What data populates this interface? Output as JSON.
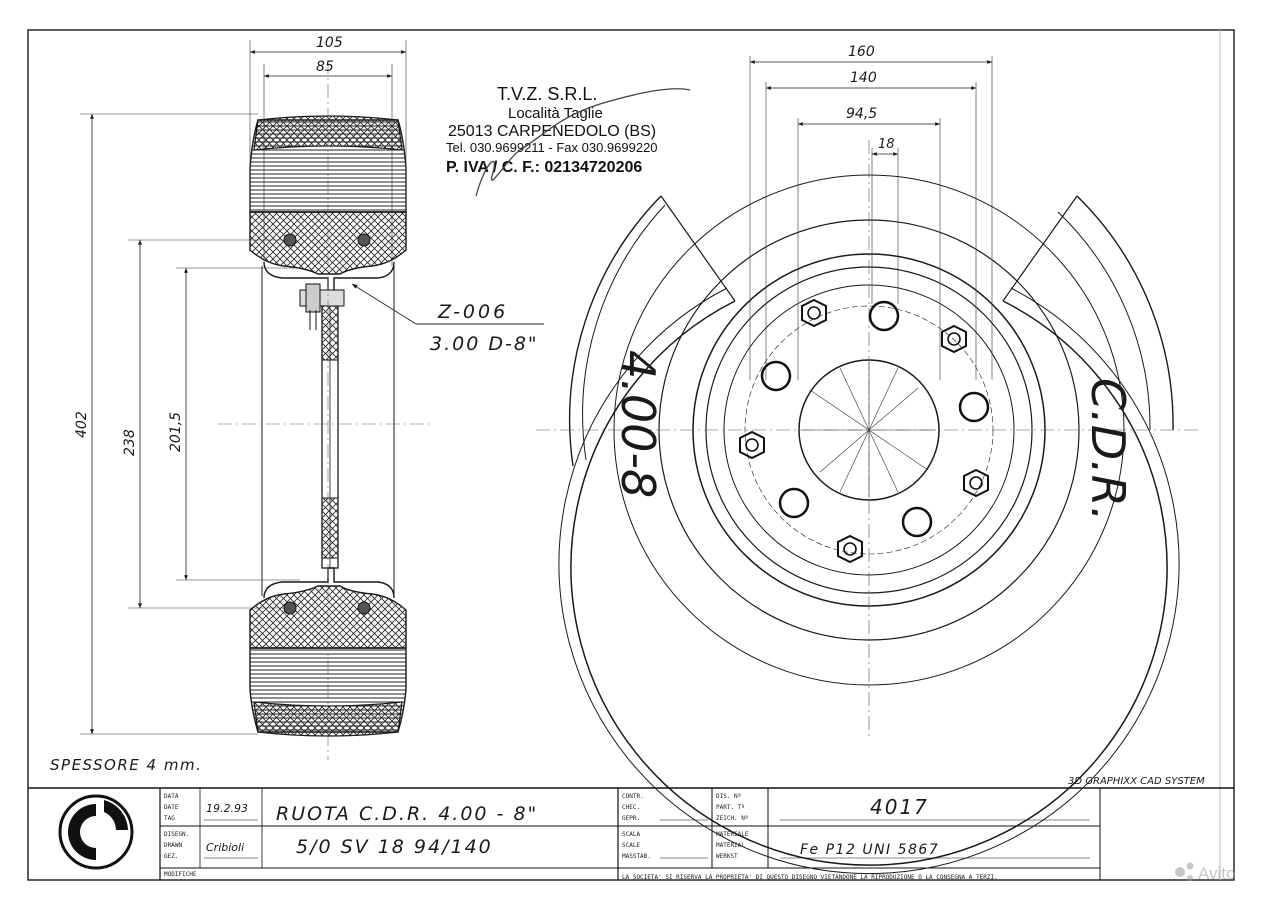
{
  "company_stamp": {
    "name": "T.V.Z. S.R.L.",
    "locality": "Località Taglie",
    "address": "25013 CARPENEDOLO (BS)",
    "phone": "Tel. 030.9699211 - Fax 030.9699220",
    "vat": "P. IVA / C. F.: 02134720206"
  },
  "dimensions": {
    "d105": "105",
    "d85": "85",
    "d402": "402",
    "d238": "238",
    "d201": "201,5",
    "d160": "160",
    "d140": "140",
    "d94": "94,5",
    "d18": "18"
  },
  "callout": {
    "line1": "Z-006",
    "line2": "3.00 D-8\""
  },
  "tire_markings": {
    "size": "4.00-8",
    "brand": "C.D.R."
  },
  "thickness_note": "SPESSORE  4 mm.",
  "cad_system": "3D GRAPHIXX CAD SYSTEM",
  "title_block": {
    "labels": {
      "data": "DATA",
      "date": "DATE",
      "tag": "TAG",
      "disegn": "DISEGN.",
      "drawn": "DRAWN",
      "gez": "GEZ.",
      "modifiche": "MODIFICHE",
      "contr": "CONTR.",
      "chec": "CHEC.",
      "gepr": "GEPR.",
      "scala": "SCALA",
      "scale": "SCALE",
      "masstab": "MASSTAB.",
      "dis_n": "DIS. Nº",
      "part_n": "PART. Tº",
      "zeich_n": "ZEICH. Nº",
      "materiale": "MATERIALE",
      "material": "MATERIAL",
      "werkst": "WERKST"
    },
    "date_value": "19.2.93",
    "drawn_by": "Cribioli",
    "title_line1": "RUOTA  C.D.R.  4.00 - 8\"",
    "title_line2": "5/0  SV  18  94/140",
    "drawing_number": "4017",
    "material_value": "Fe P12 UNI 5867",
    "disclaimer": "LA SOCIETA' SI RISERVA LA PROPRIETA' DI QUESTO DISEGNO VIETANDONE LA RIPRODUZIONE O LA CONSEGNA A TERZI."
  },
  "watermark": "Avito"
}
